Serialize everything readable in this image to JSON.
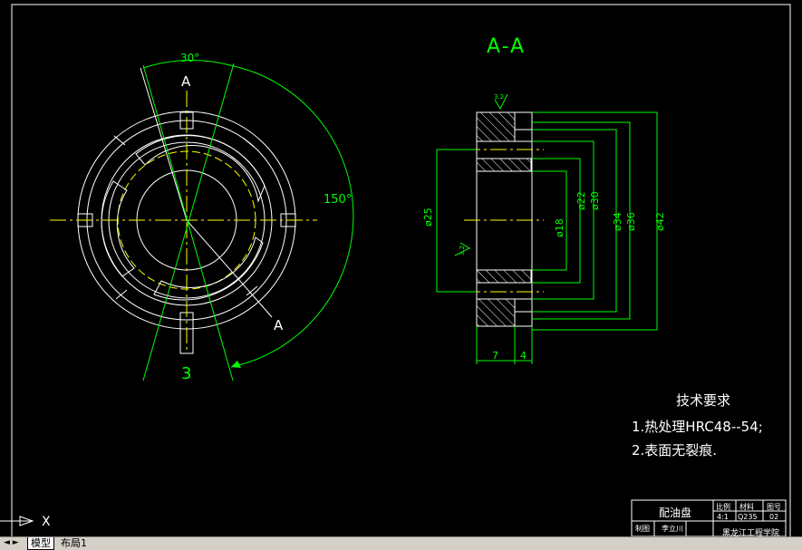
{
  "drawing": {
    "view_label": "A-A",
    "angle_top": "30°",
    "angle_right": "150°",
    "cut_top": "A",
    "cut_bottom": "A",
    "part_mark": "3",
    "dims": {
      "d25": "ø25",
      "d18": "ø18",
      "d22": "ø22",
      "d30": "ø30",
      "d34": "ø34",
      "d36": "ø36",
      "d42": "ø42",
      "w7": "7",
      "w4": "4",
      "rough_top": "3.2",
      "rough_side": "3.2"
    },
    "notes": {
      "title": "技术要求",
      "line1": "1.热处理HRC48--54;",
      "line2": "2.表面无裂痕."
    },
    "title_block": {
      "name": "配油盘",
      "scale_label": "比例",
      "scale_value": "4:1",
      "material_label": "材料",
      "material_value": "Q235",
      "drawing_no_label": "图号",
      "drawing_no_value": "02",
      "drawn_by_label": "制图",
      "drawn_by_value": "李立川",
      "school": "黑龙江工程学院"
    },
    "ucs_x_label": "X",
    "colors": {
      "background": "#000000",
      "line": "#ffffff",
      "center": "#ffff00",
      "dimension": "#00ff00"
    }
  },
  "tabs": [
    "模型",
    "布局1"
  ],
  "tab_nav": "◄ ►"
}
